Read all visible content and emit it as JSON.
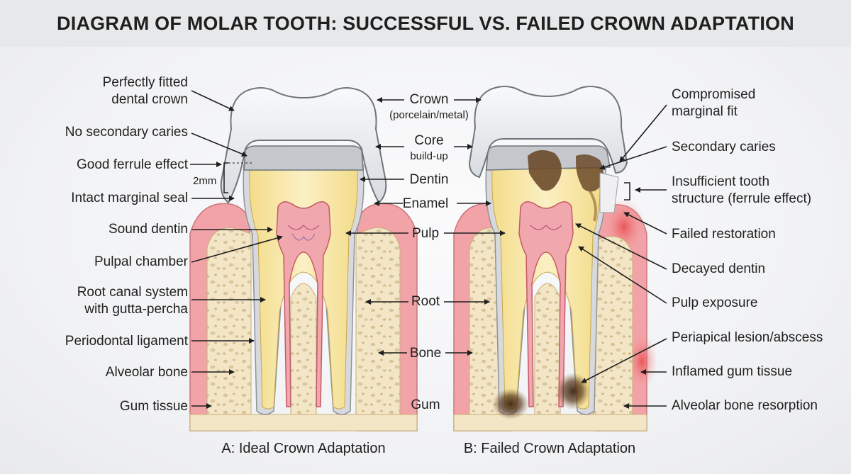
{
  "title": "DIAGRAM OF MOLAR TOOTH: SUCCESSFUL VS. FAILED CROWN ADAPTATION",
  "panel_a": {
    "caption": "A: Ideal Crown Adaptation",
    "labels": {
      "crown_fit_1": "Perfectly fitted",
      "crown_fit_2": "dental crown",
      "no_caries": "No secondary caries",
      "ferrule": "Good ferrule effect",
      "ferrule_measure": "2mm",
      "seal": "Intact marginal seal",
      "sound_dentin": "Sound dentin",
      "pulp_chamber": "Pulpal chamber",
      "root_canal_1": "Root canal system",
      "root_canal_2": "with gutta-percha",
      "pdl": "Periodontal ligament",
      "alveolar": "Alveolar bone",
      "gum": "Gum tissue"
    }
  },
  "center": {
    "crown": "Crown",
    "crown_sub": "(porcelain/metal)",
    "core": "Core",
    "core_sub": "build-up",
    "dentin": "Dentin",
    "enamel": "Enamel",
    "pulp": "Pulp",
    "root": "Root",
    "bone": "Bone",
    "gum": "Gum"
  },
  "panel_b": {
    "caption": "B: Failed Crown Adaptation",
    "labels": {
      "marginal_1": "Compromised",
      "marginal_2": "marginal fit",
      "secondary_caries": "Secondary caries",
      "ferrule_1": "Insufficient tooth",
      "ferrule_2": "structure (ferrule effect)",
      "failed_restoration": "Failed restoration",
      "decayed_dentin": "Decayed dentin",
      "pulp_exposure": "Pulp exposure",
      "lesion": "Periapical lesion/abscess",
      "inflamed_gum": "Inflamed gum tissue",
      "resorption": "Alveolar bone resorption"
    }
  },
  "colors": {
    "crown": "#e9ebee",
    "dentin": "#f6e7a8",
    "pulp": "#f0a7ad",
    "gum": "#f2a3a7",
    "bone": "#f3e6c6",
    "caries": "#6b4a2a",
    "inflammation": "#e84a4a"
  }
}
